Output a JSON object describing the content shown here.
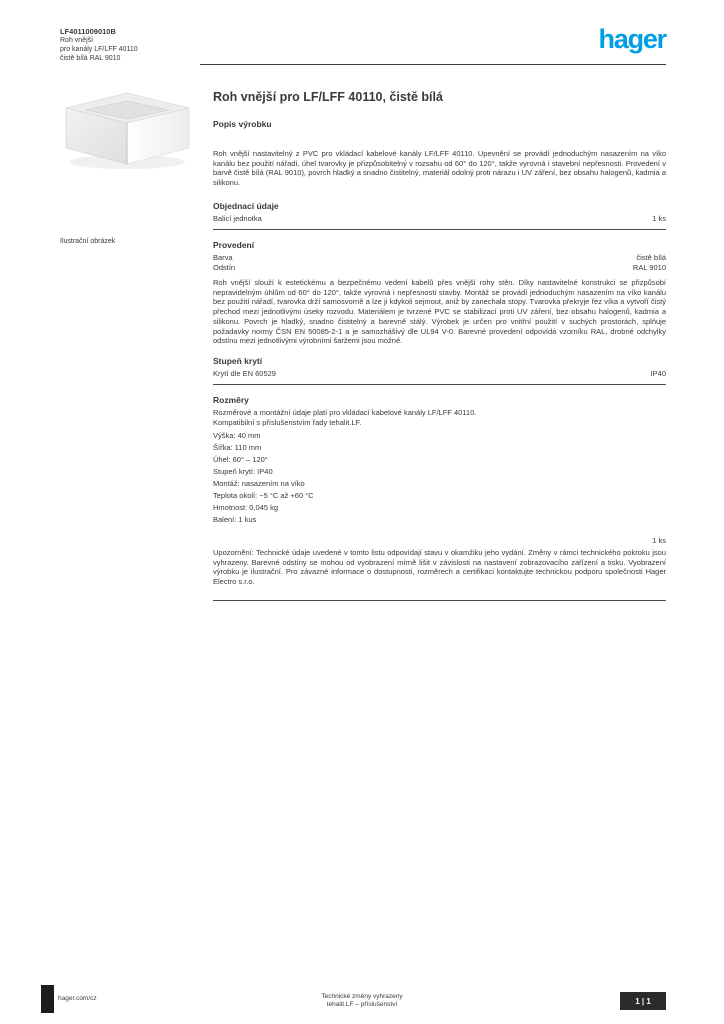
{
  "brand_blue": "#009FE3",
  "header": {
    "ref": {
      "code": "LF4011009010B",
      "name": "Roh vnější",
      "range": "pro kanály LF/LFF 40110",
      "color": "čistě bílá RAL 9010"
    },
    "logo_text": "hager"
  },
  "left": {
    "image_caption": "Ilustrační obrázek"
  },
  "main": {
    "title": "Roh vnější pro LF/LFF 40110, čistě bílá",
    "subtitle": "Popis výrobku",
    "description": "Roh vnější nastavitelný z PVC pro vkládací kabelové kanály LF/LFF 40110. Upevnění se provádí jednoduchým nasazením na víko kanálu bez použití nářadí, úhel tvarovky je přizpůsobitelný v rozsahu od 60° do 120°, takže vyrovná i stavební nepřesnosti. Provedení v barvě čistě bílá (RAL 9010), povrch hladký a snadno čistitelný, materiál odolný proti nárazu i UV záření, bez obsahu halogenů, kadmia a silikonu.",
    "sections": [
      {
        "title": "Objednací údaje",
        "rows": [
          {
            "label": "Balicí jednotka",
            "value": "1 ks"
          }
        ]
      },
      {
        "title": "Provedení",
        "rows": [
          {
            "label": "Barva",
            "value": "čistě bílá"
          },
          {
            "label": "Odstín",
            "value": "RAL 9010"
          }
        ],
        "text": "Roh vnější slouží k estetickému a bezpečnému vedení kabelů přes vnější rohy stěn. Díky nastavitelné konstrukci se přizpůsobí nepravidelným úhlům od 60° do 120°, takže vyrovná i nepřesnosti stavby. Montáž se provádí jednoduchým nasazením na víko kanálu bez použití nářadí, tvarovka drží samosvorně a lze ji kdykoli sejmout, aniž by zanechala stopy. Tvarovka překryje řez víka a vytvoří čistý přechod mezi jednotlivými úseky rozvodu. Materiálem je tvrzené PVC se stabilizací proti UV záření, bez obsahu halogenů, kadmia a silikonu. Povrch je hladký, snadno čistitelný a barevně stálý. Výrobek je určen pro vnitřní použití v suchých prostorách, splňuje požadavky normy ČSN EN 50085-2-1 a je samozhášivý dle UL94 V-0. Barevné provedení odpovídá vzorníku RAL, drobné odchylky odstínu mezi jednotlivými výrobními šaržemi jsou možné."
      },
      {
        "title": "Stupeň krytí",
        "rows": [
          {
            "label": "Krytí dle EN 60529",
            "value": "IP40"
          }
        ]
      },
      {
        "title": "Rozměry",
        "intro": "Rozměrové a montážní údaje platí pro vkládací kabelové kanály LF/LFF 40110.",
        "intro2": "Kompatibilní s příslušenstvím řady tehalit.LF.",
        "items": [
          "Výška: 40 mm",
          "Šířka: 110 mm",
          "Úhel: 60° – 120°",
          "Stupeň krytí: IP40",
          "Montáž: nasazením na víko",
          "Teplota okolí: −5 °C až +60 °C",
          "Hmotnost: 0,045 kg",
          "Balení: 1 kus"
        ]
      }
    ],
    "note": {
      "value": "1 ks",
      "text": "Upozornění: Technické údaje uvedené v tomto listu odpovídají stavu v okamžiku jeho vydání. Změny v rámci technického pokroku jsou vyhrazeny. Barevné odstíny se mohou od vyobrazení mírně lišit v závislosti na nastavení zobrazovacího zařízení a tisku. Vyobrazení výrobku je ilustrační. Pro závazné informace o dostupnosti, rozměrech a certifikaci kontaktujte technickou podporu společnosti Hager Electro s.r.o."
    }
  },
  "footer": {
    "left_link": "hager.com/cz",
    "center_line1": "Technické změny vyhrazeny",
    "center_line2": "tehalit.LF – příslušenství",
    "right_box": "1 | 1"
  }
}
